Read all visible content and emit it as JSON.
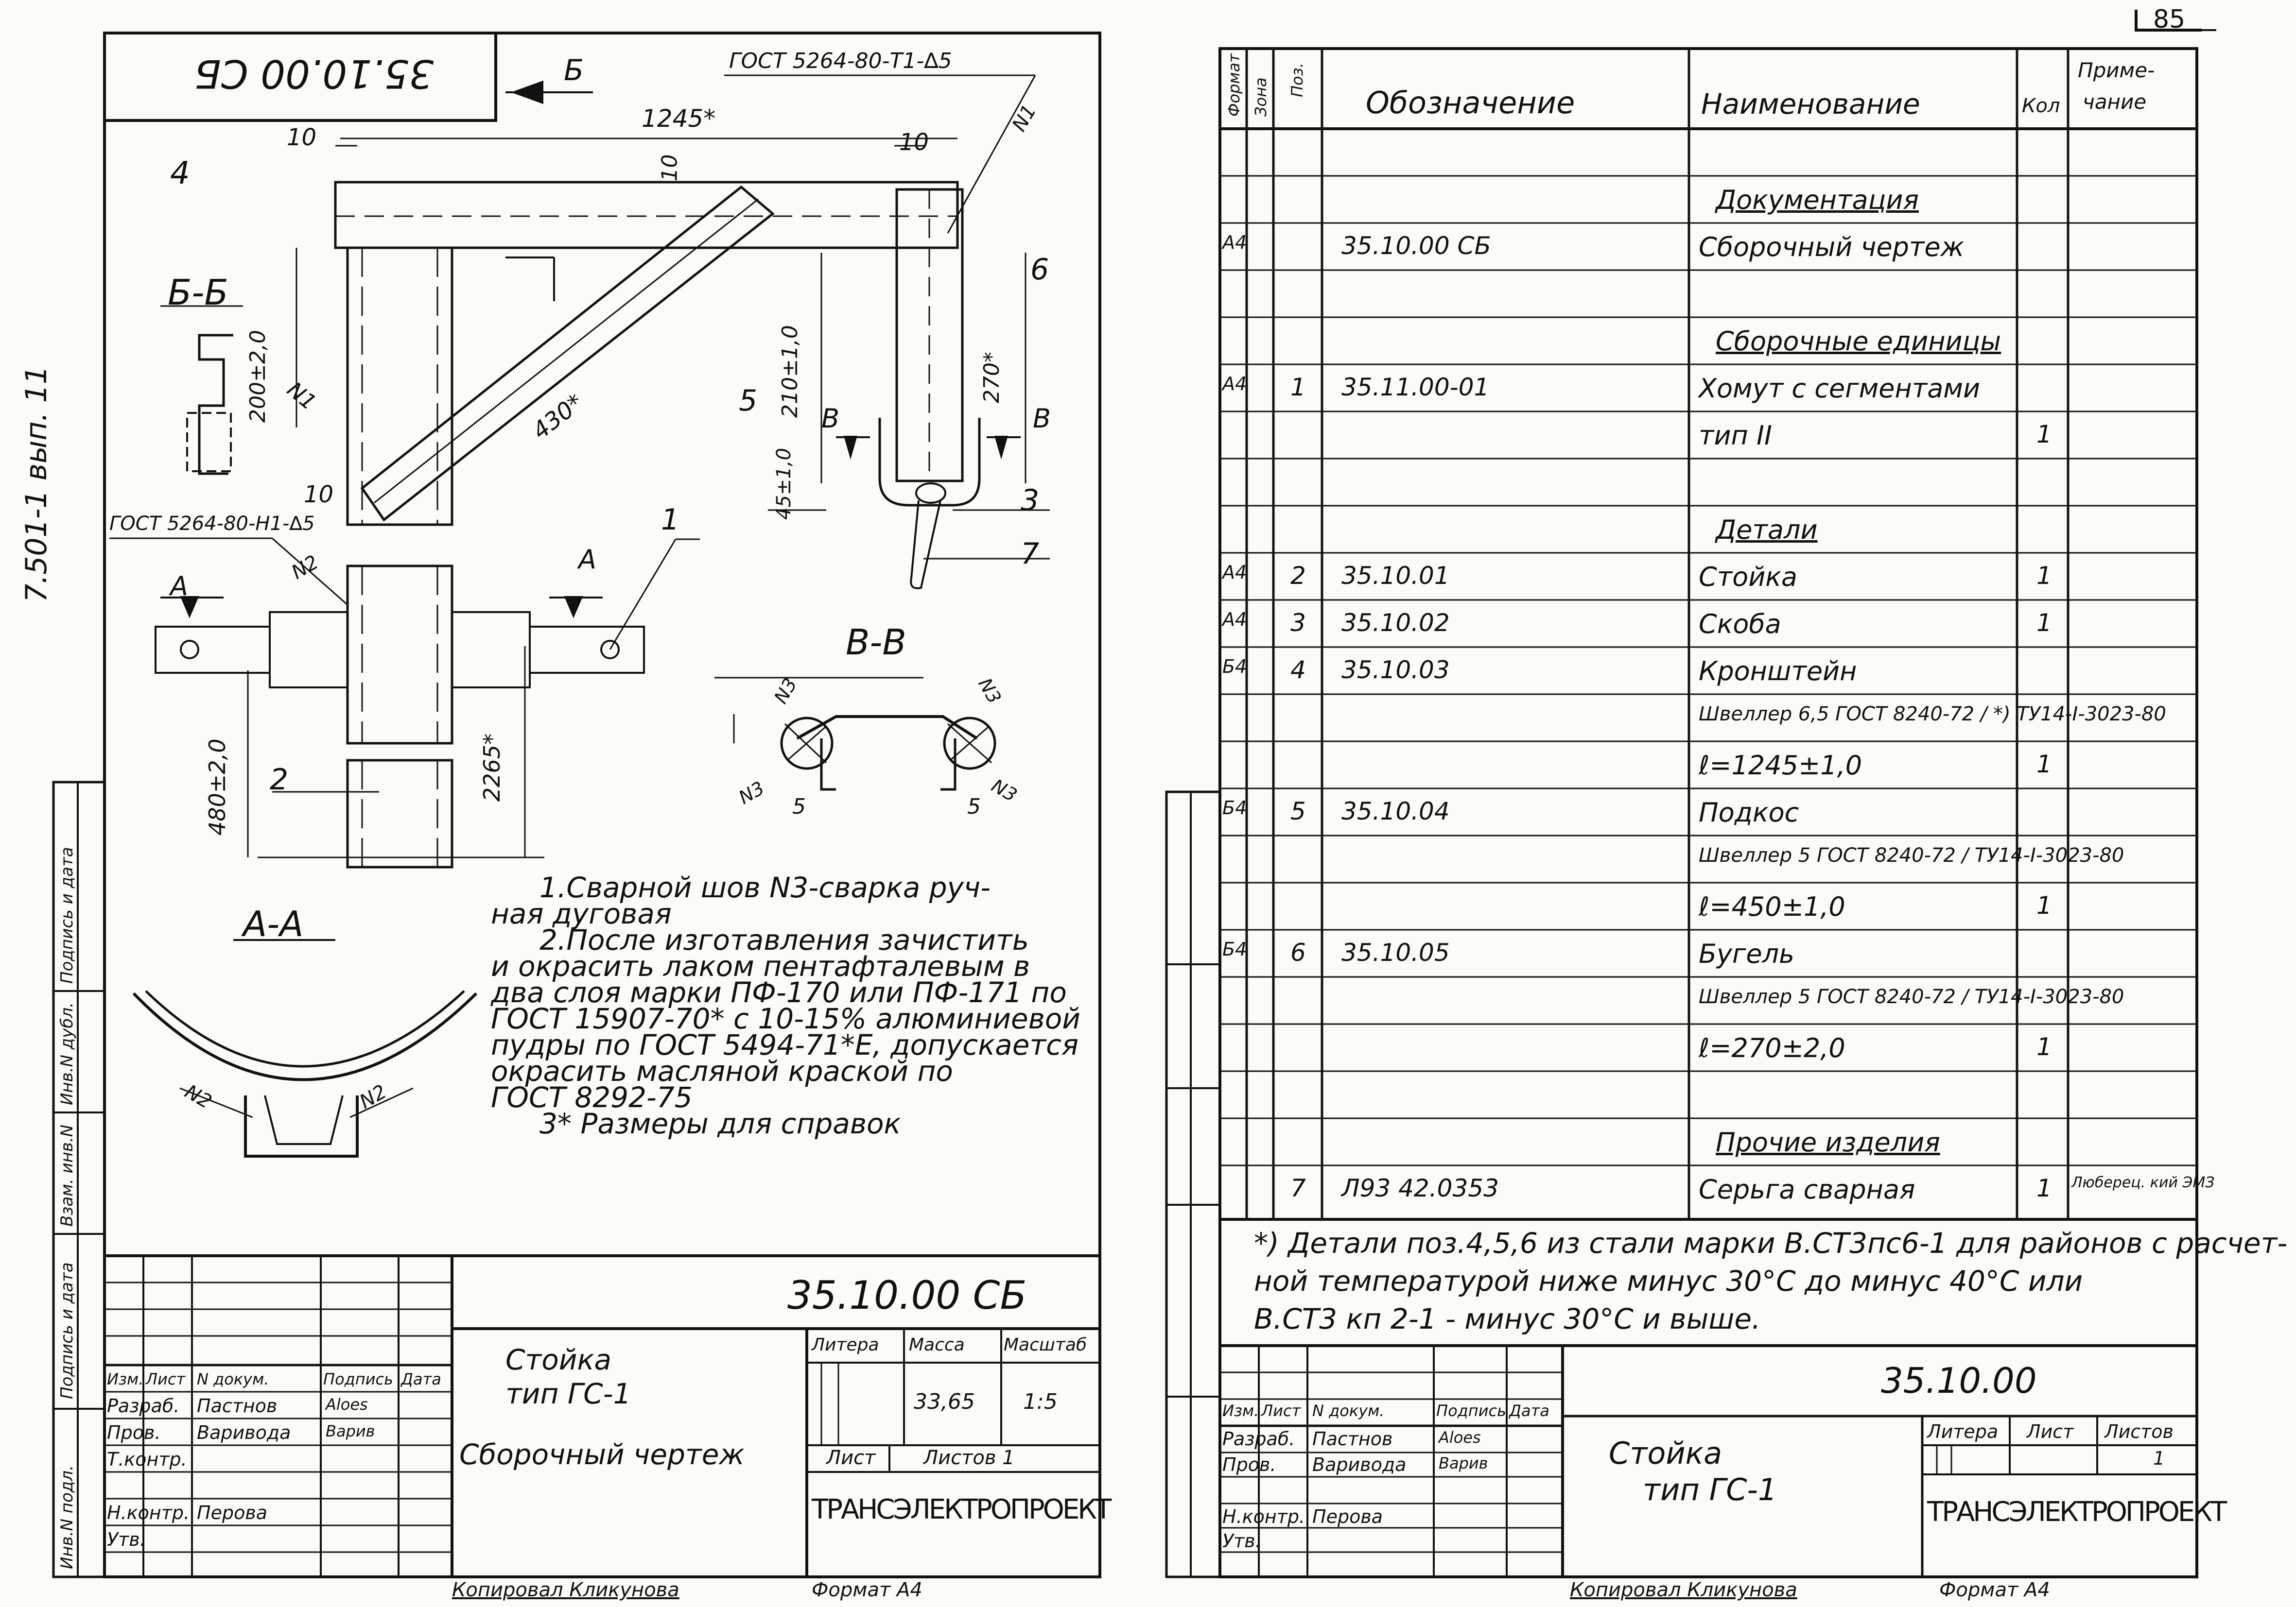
{
  "page_number": "85",
  "left_sidebar_code": "7.501-1 вып. 11",
  "side_stamp": [
    "Инв.N подл.",
    "Подпись и дата",
    "Взам. инв.N",
    "Инв.N дубл.",
    "Подпись и дата"
  ],
  "left_sheet": {
    "mirrored_code": "35.10.00 СБ",
    "view_b_label": "Б",
    "gost_weld_top": "ГОСТ 5264-80-Т1-∆5",
    "dim_1245": "1245*",
    "dim_10_left": "10",
    "dim_10_mid": "10",
    "dim_10_right": "10",
    "dim_10_low": "10",
    "weld_n1_top": "N1",
    "weld_n1": "N1",
    "weld_n2": "N2",
    "pos4": "4",
    "pos5": "5",
    "pos6": "6",
    "pos3": "3",
    "pos7": "7",
    "pos1": "1",
    "pos2": "2",
    "section_bb": "Б-Б",
    "section_vv": "В-В",
    "section_aa": "А-А",
    "dim_200": "200±2,0",
    "dim_430": "430*",
    "dim_210": "210±1,0",
    "dim_270": "270*",
    "dim_45": "45±1,0",
    "dim_480": "480±2,0",
    "dim_2265": "2265*",
    "gost_weld_left": "ГОСТ 5264-80-Н1-∆5",
    "arrow_a": "А",
    "arrow_b": "В",
    "n3_a": "N3",
    "n3_b": "N3",
    "n3_c": "N3",
    "n3_d": "N3",
    "dim_5a": "5",
    "dim_5b": "5",
    "n2_a": "N2",
    "n2_b": "N2",
    "notes": [
      "1.Сварной шов N3-сварка руч-",
      "ная дуговая",
      "2.После изготавления зачистить",
      "и окрасить лаком пентафталевым в",
      "два слоя марки ПФ-170 или  ПФ-171 по",
      "ГОСТ 15907-70* с 10-15% алюминиевой",
      "пудры по ГОСТ 5494-71*Е, допускается",
      "окрасить масляной краской по",
      "ГОСТ 8292-75",
      "3* Размеры для справок"
    ],
    "title_block": {
      "doc_code": "35.10.00 СБ",
      "name_line1": "Стойка",
      "name_line2": "тип ГС-1",
      "doc_type": "Сборочный чертеж",
      "h_litera": "Литера",
      "h_massa": "Масса",
      "h_masshtab": "Масштаб",
      "massa": "33,65",
      "masshtab": "1:5",
      "list": "Лист",
      "listov": "Листов 1",
      "org": "ТРАНСЭЛЕКТРОПРОЕКТ",
      "h_izm": "Изм.",
      "h_list": "Лист",
      "h_ndok": "N докум.",
      "h_podp": "Подпись",
      "h_data": "Дата",
      "r1_role": "Разраб.",
      "r1_name": "Пастнов",
      "r2_role": "Пров.",
      "r2_name": "Варивода",
      "r3_role": "Т.контр.",
      "r4_role": "Н.контр.",
      "r4_name": "Перова",
      "r5_role": "Утв.",
      "sig1": "Aloes",
      "sig2": "Варив"
    },
    "footer_copied": "Копировал Кликунова",
    "footer_format": "Формат А4"
  },
  "right_sheet": {
    "headers": {
      "format": "Формат",
      "zona": "Зона",
      "poz": "Поз.",
      "oboznachenie": "Обозначение",
      "naimenovanie": "Наименование",
      "kol": "Кол",
      "prim_line1": "Приме-",
      "prim_line2": "чание"
    },
    "rows": [
      {
        "format": "",
        "poz": "",
        "code": "",
        "name": "",
        "kol": "",
        "note": ""
      },
      {
        "format": "",
        "poz": "",
        "code": "",
        "name": "Документация",
        "kol": "",
        "note": ""
      },
      {
        "format": "А4",
        "poz": "",
        "code": "35.10.00 СБ",
        "name": "Сборочный чертеж",
        "kol": "",
        "note": ""
      },
      {
        "format": "",
        "poz": "",
        "code": "",
        "name": "",
        "kol": "",
        "note": ""
      },
      {
        "format": "",
        "poz": "",
        "code": "",
        "name": "Сборочные единицы",
        "kol": "",
        "note": ""
      },
      {
        "format": "А4",
        "poz": "1",
        "code": "35.11.00-01",
        "name": "Хомут с сегментами",
        "kol": "",
        "note": ""
      },
      {
        "format": "",
        "poz": "",
        "code": "",
        "name": "тип II",
        "kol": "1",
        "note": ""
      },
      {
        "format": "",
        "poz": "",
        "code": "",
        "name": "",
        "kol": "",
        "note": ""
      },
      {
        "format": "",
        "poz": "",
        "code": "",
        "name": "Детали",
        "kol": "",
        "note": ""
      },
      {
        "format": "А4",
        "poz": "2",
        "code": "35.10.01",
        "name": "Стойка",
        "kol": "1",
        "note": ""
      },
      {
        "format": "А4",
        "poz": "3",
        "code": "35.10.02",
        "name": "Скоба",
        "kol": "1",
        "note": ""
      },
      {
        "format": "Б4",
        "poz": "4",
        "code": "35.10.03",
        "name": "Кронштейн",
        "kol": "",
        "note": ""
      },
      {
        "format": "",
        "poz": "",
        "code": "",
        "name": "Швеллер 6,5 ГОСТ 8240-72 / *) ТУ14-I-3023-80",
        "kol": "",
        "note": ""
      },
      {
        "format": "",
        "poz": "",
        "code": "",
        "name": "ℓ=1245±1,0",
        "kol": "1",
        "note": ""
      },
      {
        "format": "Б4",
        "poz": "5",
        "code": "35.10.04",
        "name": "Подкос",
        "kol": "",
        "note": ""
      },
      {
        "format": "",
        "poz": "",
        "code": "",
        "name": "Швеллер 5 ГОСТ 8240-72 / ТУ14-I-3023-80",
        "kol": "",
        "note": ""
      },
      {
        "format": "",
        "poz": "",
        "code": "",
        "name": "ℓ=450±1,0",
        "kol": "1",
        "note": ""
      },
      {
        "format": "Б4",
        "poz": "6",
        "code": "35.10.05",
        "name": "Бугель",
        "kol": "",
        "note": ""
      },
      {
        "format": "",
        "poz": "",
        "code": "",
        "name": "Швеллер 5 ГОСТ 8240-72 / ТУ14-I-3023-80",
        "kol": "",
        "note": ""
      },
      {
        "format": "",
        "poz": "",
        "code": "",
        "name": "ℓ=270±2,0",
        "kol": "1",
        "note": ""
      },
      {
        "format": "",
        "poz": "",
        "code": "",
        "name": "",
        "kol": "",
        "note": ""
      },
      {
        "format": "",
        "poz": "",
        "code": "",
        "name": "Прочие изделия",
        "kol": "",
        "note": ""
      },
      {
        "format": "",
        "poz": "7",
        "code": "Л93 42.0353",
        "name": "Серьга сварная",
        "kol": "1",
        "note": "Люберец. кий ЭМЗ"
      }
    ],
    "footnote": [
      "*) Детали поз.4,5,6 из стали марки В.СТ3пс6-1 для районов с расчет-",
      "ной температурой ниже  минус 30°С до минус 40°С  или",
      "В.СТ3 кп 2-1 - минус 30°С  и выше."
    ],
    "title_block": {
      "doc_code": "35.10.00",
      "name_line1": "Стойка",
      "name_line2": "тип ГС-1",
      "h_litera": "Литера",
      "h_list": "Лист",
      "h_listov": "Листов",
      "listov": "1",
      "org": "ТРАНСЭЛЕКТРОПРОЕКТ",
      "h_izm": "Изм.",
      "h_list2": "Лист",
      "h_ndok": "N докум.",
      "h_podp": "Подпись",
      "h_data": "Дата",
      "r1_role": "Разраб.",
      "r1_name": "Пастнов",
      "r2_role": "Пров.",
      "r2_name": "Варивода",
      "r4_role": "Н.контр.",
      "r4_name": "Перова",
      "r5_role": "Утв.",
      "sig1": "Aloes",
      "sig2": "Варив"
    },
    "footer_copied": "Копировал Кликунова",
    "footer_format": "Формат А4"
  }
}
